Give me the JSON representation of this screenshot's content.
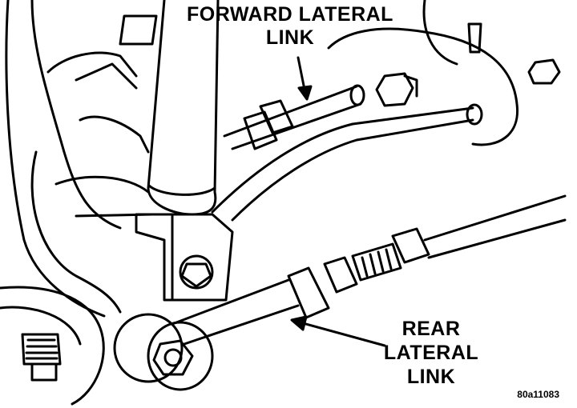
{
  "labels": {
    "forward_lateral_link": [
      "FORWARD LATERAL",
      "LINK"
    ],
    "rear_lateral_link": [
      "REAR",
      "LATERAL",
      "LINK"
    ]
  },
  "figure_id": "80a11083"
}
